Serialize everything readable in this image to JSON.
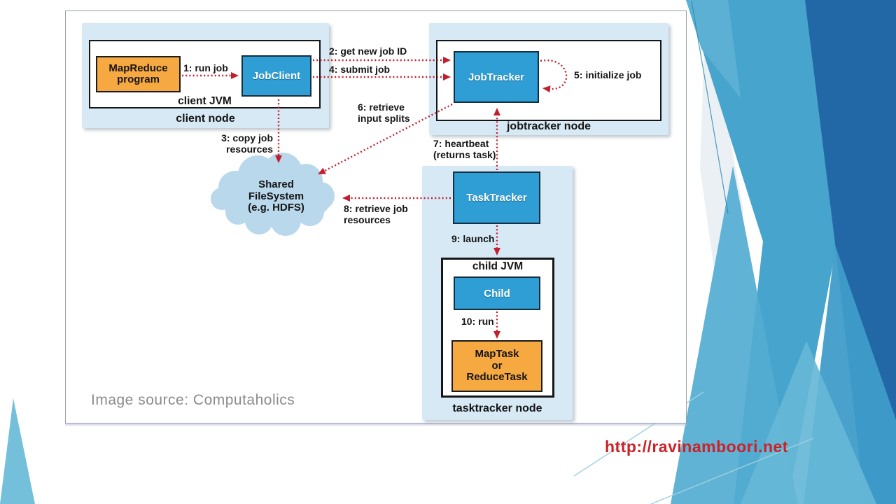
{
  "slide": {
    "image_source": "Image source: Computaholics",
    "url": "http://ravinamboori.net"
  },
  "diagram": {
    "nodes": {
      "client_node": {
        "label": "client node",
        "jvm_label": "client JVM"
      },
      "mapreduce_program": {
        "label": "MapReduce\nprogram"
      },
      "jobclient": {
        "label": "JobClient"
      },
      "jobtracker_node": {
        "label": "jobtracker node"
      },
      "jobtracker": {
        "label": "JobTracker"
      },
      "tasktracker_node": {
        "label": "tasktracker node"
      },
      "tasktracker": {
        "label": "TaskTracker"
      },
      "child_jvm": {
        "label": "child JVM"
      },
      "child": {
        "label": "Child"
      },
      "maptask": {
        "label": "MapTask\nor\nReduceTask"
      },
      "shared_fs": {
        "label": "Shared\nFileSystem\n(e.g. HDFS)"
      }
    },
    "steps": {
      "s1": "1: run job",
      "s2": "2: get new job ID",
      "s3": "3: copy job\nresources",
      "s4": "4: submit job",
      "s5": "5: initialize job",
      "s6": "6: retrieve\ninput splits",
      "s7": "7: heartbeat\n(returns task)",
      "s8": "8: retrieve job\nresources",
      "s9": "9: launch",
      "s10": "10: run"
    },
    "colors": {
      "node_bg": "#d7e9f5",
      "process_box_blue": "#2e9ed5",
      "task_box_orange": "#f6a841",
      "arrow_red": "#c11f2e",
      "cloud_blue": "#b9d8ec",
      "text_dark": "#151515",
      "caption_gray": "#8b8b8b",
      "url_red": "#cc2127",
      "decor": {
        "medium_blue": "#47a4cd",
        "dark_blue": "#2368a6",
        "light_blue_spike": "#74c0da",
        "facet_blue": "#5cb0d4",
        "overlay_blue": "#3f9cc9",
        "peak_a": "#54acd2",
        "peak_b": "#66b7d7",
        "pale_wedge": "#e7edf2",
        "thin_line": "#9fcfdf",
        "edge_line": "#2488ad"
      }
    }
  }
}
